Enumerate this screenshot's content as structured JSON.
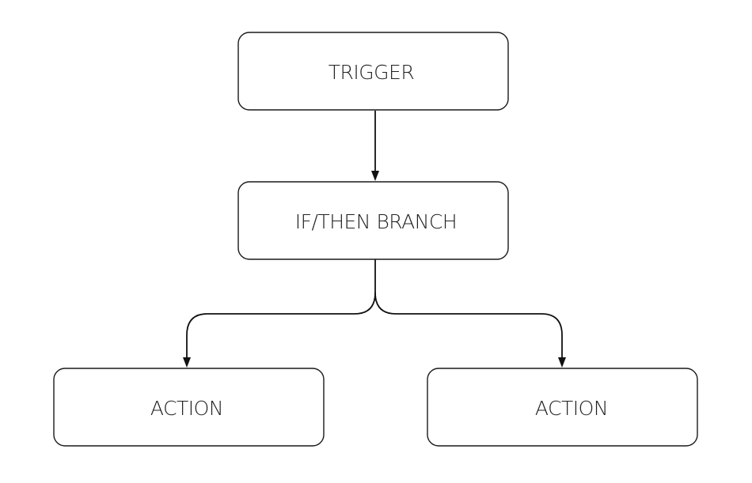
{
  "diagram": {
    "nodes": {
      "trigger": {
        "label": "TRIGGER"
      },
      "branch": {
        "label": "IF/THEN BRANCH"
      },
      "action_left": {
        "label": "ACTION"
      },
      "action_right": {
        "label": "ACTION"
      }
    },
    "edges": [
      {
        "from": "trigger",
        "to": "branch"
      },
      {
        "from": "branch",
        "to": "action_left"
      },
      {
        "from": "branch",
        "to": "action_right"
      }
    ],
    "colors": {
      "stroke": "#1a1a1a",
      "fill": "#ffffff",
      "text": "#222222"
    }
  }
}
